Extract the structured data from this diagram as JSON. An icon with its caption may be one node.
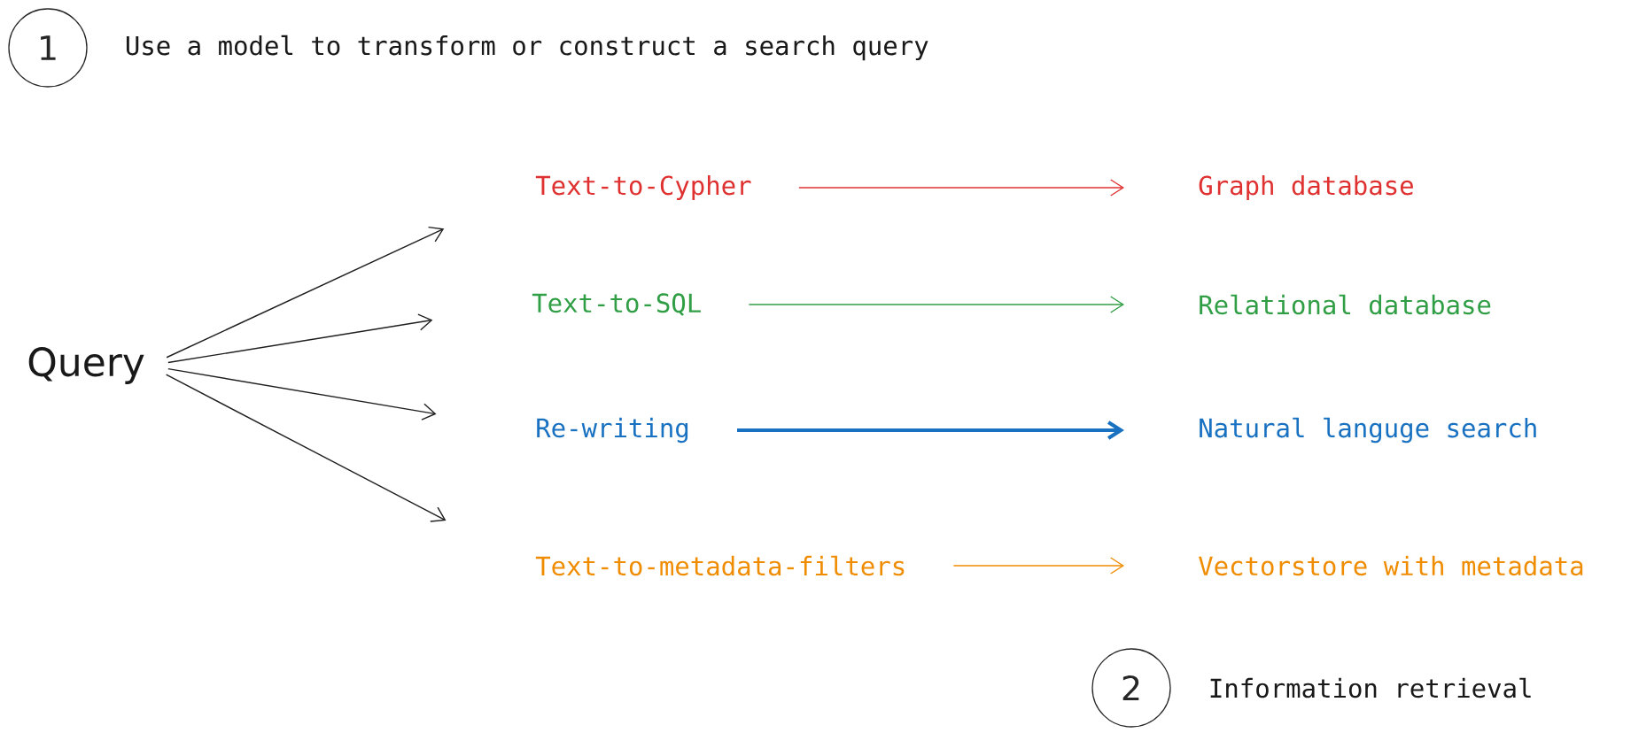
{
  "diagram": {
    "nodes": [
      {
        "text": [
          "1"
        ],
        "beside": [
          "Use a model to transform or construct a search query"
        ]
      },
      {
        "text": [
          "2"
        ],
        "beside": [
          "Information retrieval"
        ]
      },
      {
        "text": [
          "Query"
        ]
      },
      {
        "text": [
          "Text-to-Cypher"
        ]
      },
      {
        "text": [
          "Text-to-SQL"
        ]
      },
      {
        "text": [
          "Re-writing"
        ]
      },
      {
        "text": [
          "Text-to-metadata-filters"
        ]
      },
      {
        "text": [
          "Graph database"
        ]
      },
      {
        "text": [
          "Relational database"
        ]
      },
      {
        "text": [
          "Natural languge search"
        ]
      },
      {
        "text": [
          "Vectorstore with metadata"
        ]
      }
    ],
    "edges": [
      {
        "from": 2,
        "to": 3,
        "arrow": "to"
      },
      {
        "from": 2,
        "to": 4,
        "arrow": "to"
      },
      {
        "from": 2,
        "to": 5,
        "arrow": "to"
      },
      {
        "from": 2,
        "to": 6,
        "arrow": "to"
      },
      {
        "from": 3,
        "to": 7,
        "arrow": "to",
        "color": "#e03131"
      },
      {
        "from": 4,
        "to": 8,
        "arrow": "to",
        "color": "#2f9e44"
      },
      {
        "from": 5,
        "to": 9,
        "arrow": "to",
        "color": "#1971c2",
        "style": "thick"
      },
      {
        "from": 6,
        "to": 10,
        "arrow": "to",
        "color": "#f08c00"
      }
    ]
  }
}
